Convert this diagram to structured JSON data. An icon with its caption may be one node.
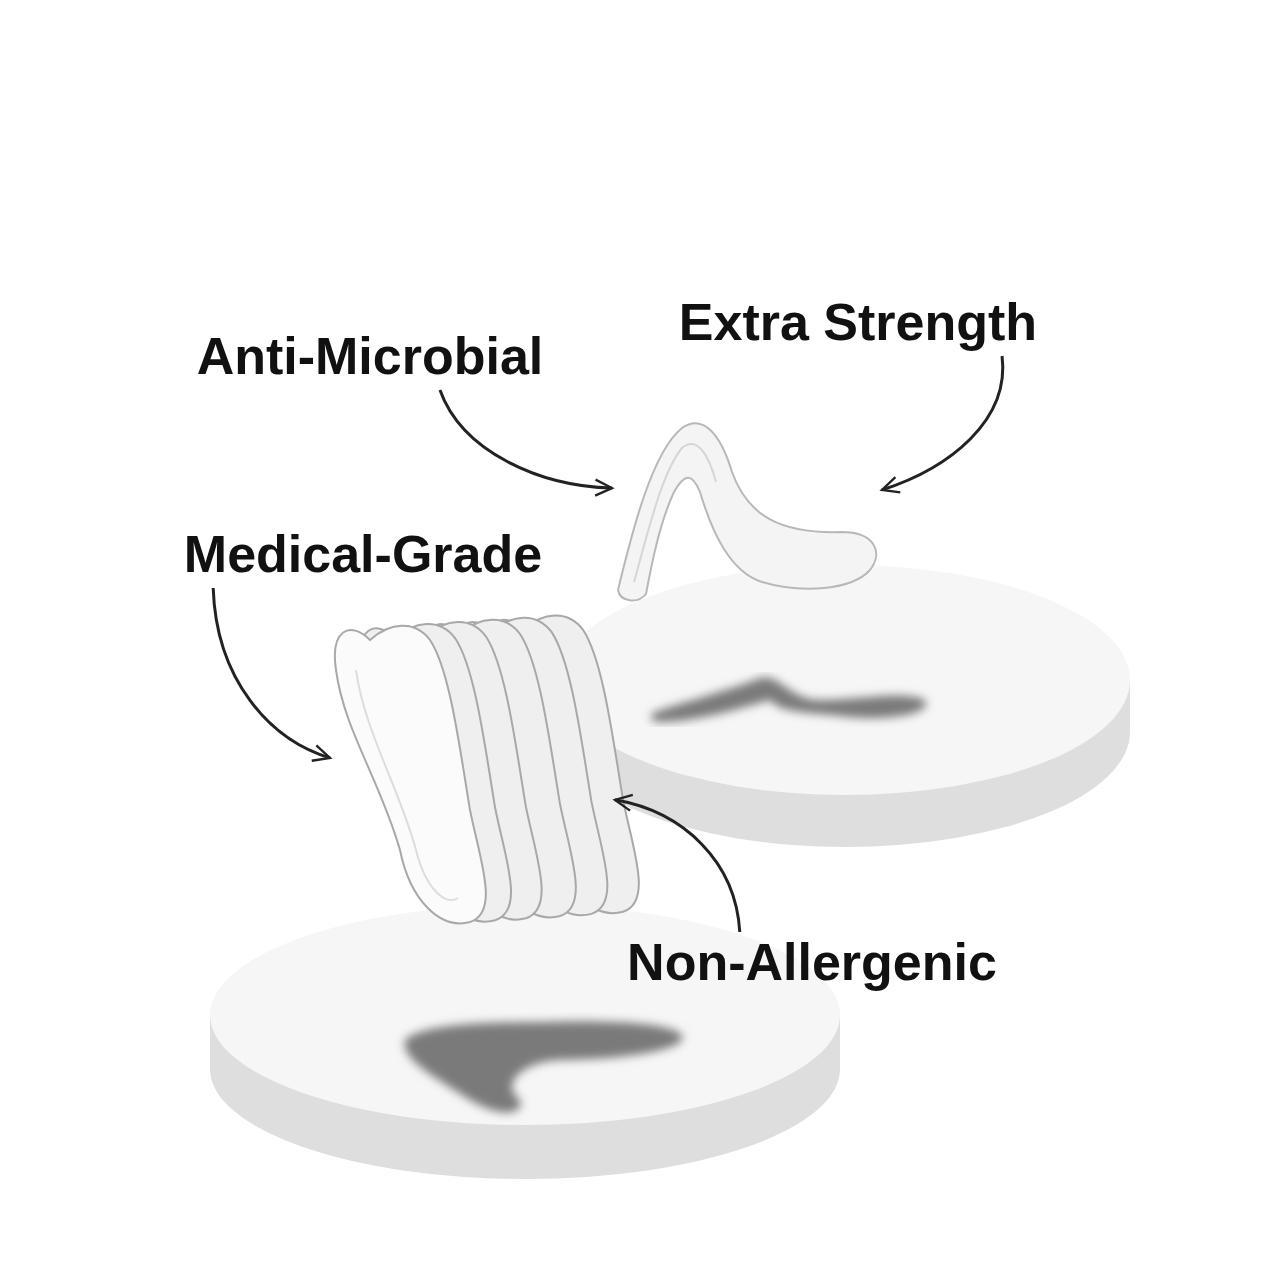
{
  "diagram": {
    "nodes": [
      {
        "text": [
          "Extra Strength"
        ]
      },
      {
        "text": [
          "Anti-Microbial"
        ]
      },
      {
        "text": [],
        "shape": "picture"
      },
      {
        "text": [
          "Medical-Grade"
        ]
      },
      {
        "text": [],
        "shape": "picture"
      },
      {
        "text": [
          "Non-Allergenic"
        ]
      }
    ],
    "edges": [
      {
        "from": 1,
        "to": 2,
        "arrow": "to"
      },
      {
        "from": 0,
        "to": 2,
        "arrow": "to"
      },
      {
        "from": 3,
        "to": 4,
        "arrow": "to"
      },
      {
        "from": 5,
        "to": 4,
        "arrow": "to"
      }
    ]
  }
}
